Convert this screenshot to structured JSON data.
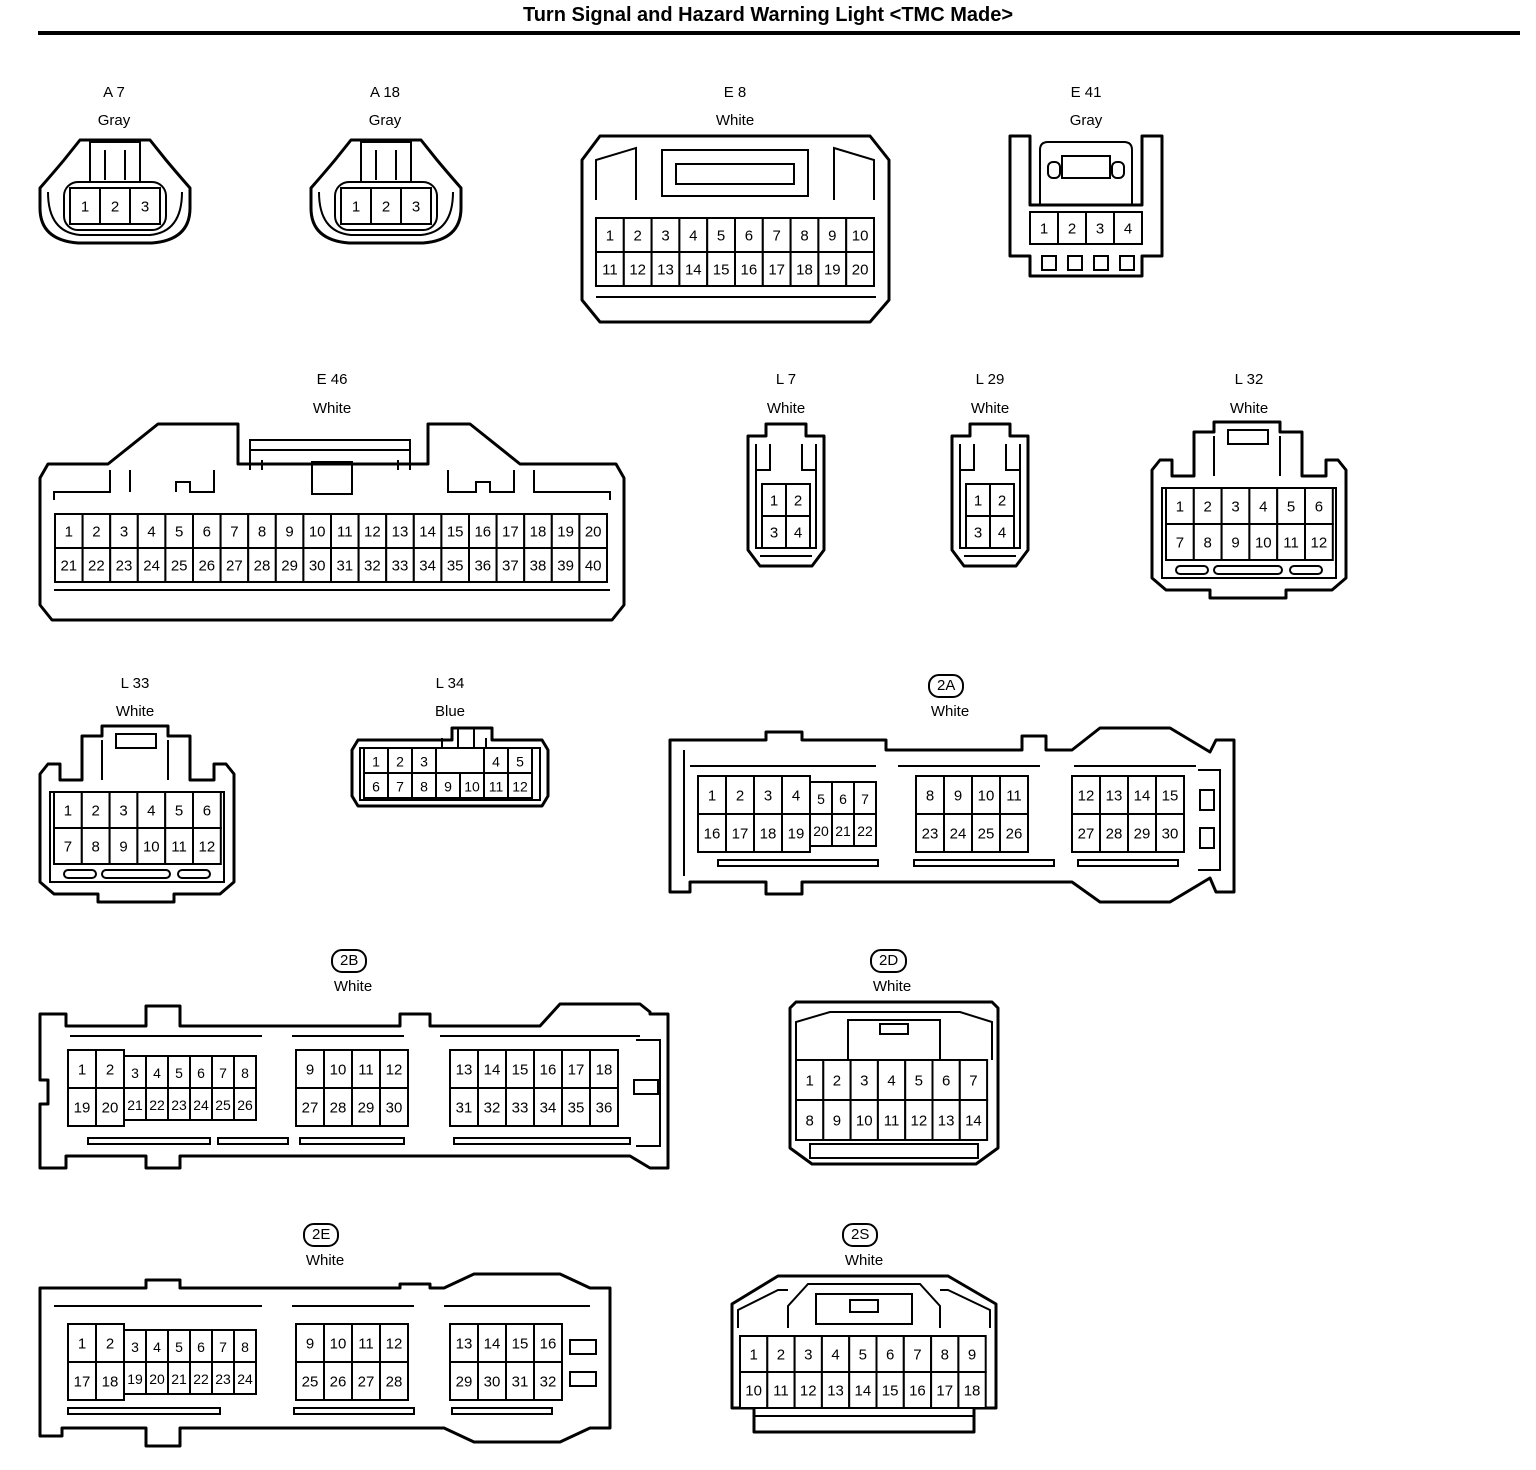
{
  "page": {
    "title": "Turn Signal and Hazard Warning Light <TMC Made>"
  },
  "connectors": [
    {
      "id": "A 7",
      "color": "Gray",
      "tag": false,
      "rows": [
        [
          "1",
          "2",
          "3"
        ]
      ]
    },
    {
      "id": "A 18",
      "color": "Gray",
      "tag": false,
      "rows": [
        [
          "1",
          "2",
          "3"
        ]
      ]
    },
    {
      "id": "E 8",
      "color": "White",
      "tag": false,
      "rows": [
        [
          "1",
          "2",
          "3",
          "4",
          "5",
          "6",
          "7",
          "8",
          "9",
          "10"
        ],
        [
          "11",
          "12",
          "13",
          "14",
          "15",
          "16",
          "17",
          "18",
          "19",
          "20"
        ]
      ]
    },
    {
      "id": "E 41",
      "color": "Gray",
      "tag": false,
      "rows": [
        [
          "1",
          "2",
          "3",
          "4"
        ]
      ]
    },
    {
      "id": "E 46",
      "color": "White",
      "tag": false,
      "rows": [
        [
          "1",
          "2",
          "3",
          "4",
          "5",
          "6",
          "7",
          "8",
          "9",
          "10",
          "11",
          "12",
          "13",
          "14",
          "15",
          "16",
          "17",
          "18",
          "19",
          "20"
        ],
        [
          "21",
          "22",
          "23",
          "24",
          "25",
          "26",
          "27",
          "28",
          "29",
          "30",
          "31",
          "32",
          "33",
          "34",
          "35",
          "36",
          "37",
          "38",
          "39",
          "40"
        ]
      ]
    },
    {
      "id": "L 7",
      "color": "White",
      "tag": false,
      "rows": [
        [
          "1",
          "2"
        ],
        [
          "3",
          "4"
        ]
      ]
    },
    {
      "id": "L 29",
      "color": "White",
      "tag": false,
      "rows": [
        [
          "1",
          "2"
        ],
        [
          "3",
          "4"
        ]
      ]
    },
    {
      "id": "L 32",
      "color": "White",
      "tag": false,
      "rows": [
        [
          "1",
          "2",
          "3",
          "4",
          "5",
          "6"
        ],
        [
          "7",
          "8",
          "9",
          "10",
          "11",
          "12"
        ]
      ]
    },
    {
      "id": "L 33",
      "color": "White",
      "tag": false,
      "rows": [
        [
          "1",
          "2",
          "3",
          "4",
          "5",
          "6"
        ],
        [
          "7",
          "8",
          "9",
          "10",
          "11",
          "12"
        ]
      ]
    },
    {
      "id": "L 34",
      "color": "Blue",
      "tag": false,
      "rows": [
        [
          "1",
          "2",
          "3",
          "4",
          "5"
        ],
        [
          "6",
          "7",
          "8",
          "9",
          "10",
          "11",
          "12"
        ]
      ]
    },
    {
      "id": "2A",
      "color": "White",
      "tag": true,
      "groups": [
        {
          "rows": [
            [
              "1",
              "2",
              "3",
              "4"
            ],
            [
              "16",
              "17",
              "18",
              "19"
            ]
          ]
        },
        {
          "rows": [
            [
              "5",
              "6",
              "7"
            ],
            [
              "20",
              "21",
              "22"
            ]
          ]
        },
        {
          "rows": [
            [
              "8",
              "9",
              "10",
              "11"
            ],
            [
              "23",
              "24",
              "25",
              "26"
            ]
          ]
        },
        {
          "rows": [
            [
              "12",
              "13",
              "14",
              "15"
            ],
            [
              "27",
              "28",
              "29",
              "30"
            ]
          ]
        }
      ]
    },
    {
      "id": "2B",
      "color": "White",
      "tag": true,
      "groups": [
        {
          "rows": [
            [
              "1",
              "2"
            ],
            [
              "19",
              "20"
            ]
          ]
        },
        {
          "rows": [
            [
              "3",
              "4",
              "5",
              "6",
              "7",
              "8"
            ],
            [
              "21",
              "22",
              "23",
              "24",
              "25",
              "26"
            ]
          ]
        },
        {
          "rows": [
            [
              "9",
              "10",
              "11",
              "12"
            ],
            [
              "27",
              "28",
              "29",
              "30"
            ]
          ]
        },
        {
          "rows": [
            [
              "13",
              "14",
              "15",
              "16",
              "17",
              "18"
            ],
            [
              "31",
              "32",
              "33",
              "34",
              "35",
              "36"
            ]
          ]
        }
      ]
    },
    {
      "id": "2D",
      "color": "White",
      "tag": true,
      "rows": [
        [
          "1",
          "2",
          "3",
          "4",
          "5",
          "6",
          "7"
        ],
        [
          "8",
          "9",
          "10",
          "11",
          "12",
          "13",
          "14"
        ]
      ]
    },
    {
      "id": "2E",
      "color": "White",
      "tag": true,
      "groups": [
        {
          "rows": [
            [
              "1",
              "2"
            ],
            [
              "17",
              "18"
            ]
          ]
        },
        {
          "rows": [
            [
              "3",
              "4",
              "5",
              "6",
              "7",
              "8"
            ],
            [
              "19",
              "20",
              "21",
              "22",
              "23",
              "24"
            ]
          ]
        },
        {
          "rows": [
            [
              "9",
              "10",
              "11",
              "12"
            ],
            [
              "25",
              "26",
              "27",
              "28"
            ]
          ]
        },
        {
          "rows": [
            [
              "13",
              "14",
              "15",
              "16"
            ],
            [
              "29",
              "30",
              "31",
              "32"
            ]
          ]
        }
      ]
    },
    {
      "id": "2S",
      "color": "White",
      "tag": true,
      "rows": [
        [
          "1",
          "2",
          "3",
          "4",
          "5",
          "6",
          "7",
          "8",
          "9"
        ],
        [
          "10",
          "11",
          "12",
          "13",
          "14",
          "15",
          "16",
          "17",
          "18"
        ]
      ]
    }
  ]
}
